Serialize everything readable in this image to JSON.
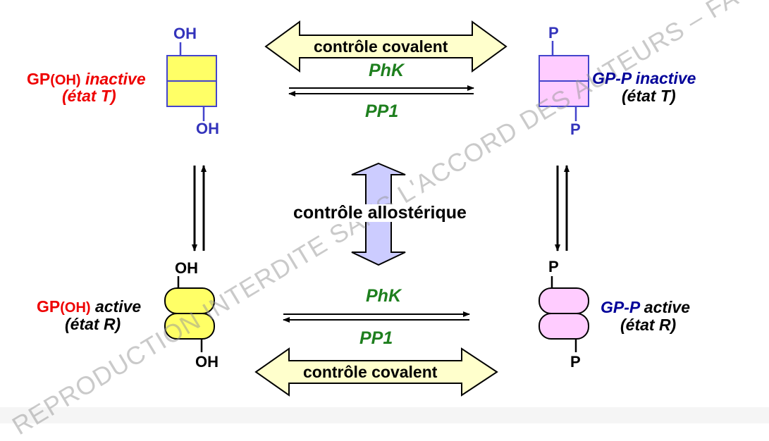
{
  "watermark": "REPRODUCTION INTERDITE SANS L'ACCORD DES AUTEURS – FACULTE DE MEDECINE",
  "colors": {
    "inactive_fill_OH": "#ffff66",
    "inactive_fill_P": "#ffccff",
    "inactive_stroke": "#4444cc",
    "active_stroke": "#000000",
    "covalent_arrow_fill": "#ffffcc",
    "allosteric_arrow_fill": "#ccccff",
    "enzyme_label": "#1e7f1e",
    "red_label": "#ee0000",
    "navy_label": "#000099"
  },
  "top_left": {
    "name_main": "GP",
    "name_group": "(OH)",
    "name_state": "inactive",
    "state_line": "(état T)",
    "top_group": "OH",
    "bottom_group": "OH"
  },
  "top_right": {
    "name_main": "GP-P",
    "name_state": "inactive",
    "state_line": "(état T)",
    "top_group": "P",
    "bottom_group": "P"
  },
  "bottom_left": {
    "name_main": "GP",
    "name_group": "(OH)",
    "name_state": "active",
    "state_line": "(état R)",
    "top_group": "OH",
    "bottom_group": "OH"
  },
  "bottom_right": {
    "name_main": "GP-P",
    "name_state": "active",
    "state_line": "(état R)",
    "top_group": "P",
    "bottom_group": "P"
  },
  "top_reaction": {
    "control_label": "contrôle covalent",
    "forward_enzyme": "PhK",
    "reverse_enzyme": "PP1"
  },
  "bottom_reaction": {
    "control_label": "contrôle covalent",
    "forward_enzyme": "PhK",
    "reverse_enzyme": "PP1"
  },
  "allosteric": {
    "control_label": "contrôle allostérique"
  }
}
